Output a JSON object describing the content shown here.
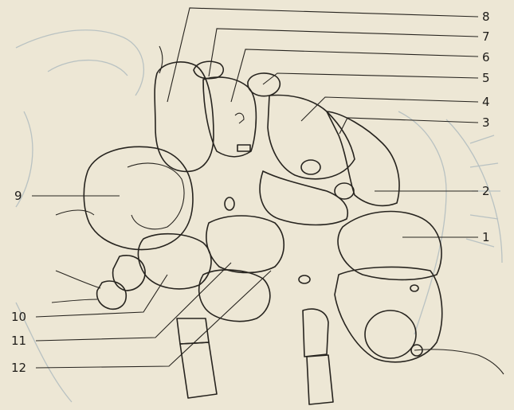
{
  "figure": {
    "background": "#ede7d5",
    "ink": "#27241f",
    "labels": [
      {
        "id": "8",
        "text": "8"
      },
      {
        "id": "7",
        "text": "7"
      },
      {
        "id": "6",
        "text": "6"
      },
      {
        "id": "5",
        "text": "5"
      },
      {
        "id": "4",
        "text": "4"
      },
      {
        "id": "3",
        "text": "3"
      },
      {
        "id": "2",
        "text": "2"
      },
      {
        "id": "1",
        "text": "1"
      },
      {
        "id": "9",
        "text": "9"
      },
      {
        "id": "10",
        "text": "10"
      },
      {
        "id": "11",
        "text": "11"
      },
      {
        "id": "12",
        "text": "12"
      }
    ]
  }
}
